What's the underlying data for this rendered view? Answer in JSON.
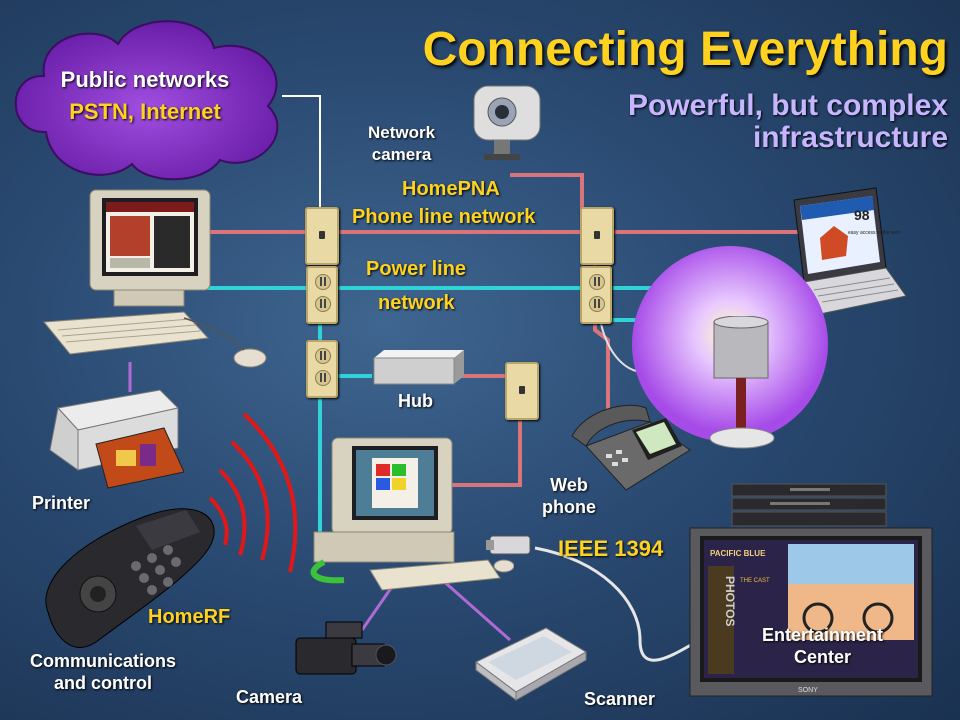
{
  "title": "Connecting Everything",
  "subtitle_line1": "Powerful, but complex",
  "subtitle_line2": "infrastructure",
  "cloud": {
    "line1": "Public networks",
    "line2": "PSTN, Internet"
  },
  "labels": {
    "network_camera_1": "Network",
    "network_camera_2": "camera",
    "homepna": "HomePNA",
    "phone_line": "Phone line network",
    "power_line_1": "Power line",
    "power_line_2": "network",
    "hub": "Hub",
    "web_phone_1": "Web",
    "web_phone_2": "phone",
    "printer": "Printer",
    "ieee": "IEEE 1394",
    "homerf": "HomeRF",
    "comm_1": "Communications",
    "comm_2": "and control",
    "camera": "Camera",
    "scanner": "Scanner",
    "ent_1": "Entertainment",
    "ent_2": "Center"
  },
  "device_text": {
    "tv_brand": "SONY",
    "tv_header": "PACIFIC BLUE",
    "tv_photos": "PHOTOS",
    "tv_cast": "THE CAST",
    "laptop_badge": "98",
    "laptop_tagline": "easy access to the web"
  },
  "colors": {
    "title": "#ffd21f",
    "subtitle": "#c6b5ff",
    "phone_line": "#d9757a",
    "power_line": "#2fd3d8",
    "ieee_line": "#e6e6e6",
    "rf_line": "#b06ad6",
    "cloud": "#8a2fc9",
    "homerf_waves": "#e01818"
  }
}
